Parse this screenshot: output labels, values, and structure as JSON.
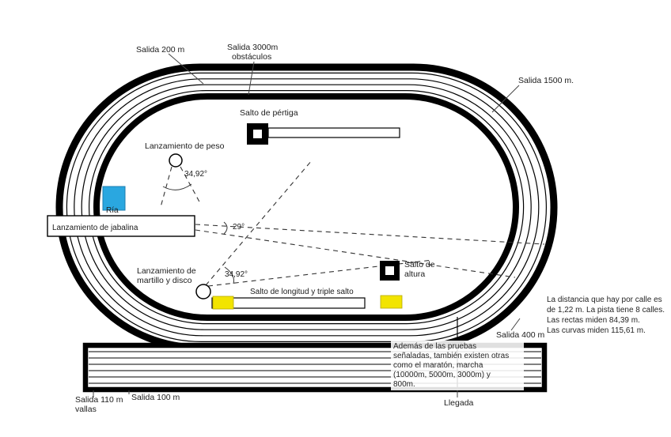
{
  "title": "Diagrama de pista de atletismo",
  "colors": {
    "track_line": "#000000",
    "water_pit_blue": "#2aa7e0",
    "takeoff_board_yellow": "#f2e400",
    "background": "#ffffff"
  },
  "labels": {
    "salida_200": "Salida 200 m",
    "salida_3000_l1": "Salida 3000m",
    "salida_3000_l2": "obstáculos",
    "salida_1500": "Salida 1500 m.",
    "pertiga": "Salto de pértiga",
    "peso": "Lanzamiento de peso",
    "peso_angle": "34,92°",
    "ria": "Ría",
    "jabalina": "Lanzamiento de jabalina",
    "jabalina_angle": "29°",
    "martillo_l1": "Lanzamiento de",
    "martillo_l2": "martillo y disco",
    "martillo_angle": "34,92°",
    "longitud": "Salto de longitud y triple salto",
    "altura_l1": "Salto de",
    "altura_l2": "altura",
    "salida_400": "Salida 400 m",
    "llegada": "Llegada",
    "salida_110_l1": "Salida 110 m",
    "salida_110_l2": "vallas",
    "salida_100": "Salida 100 m"
  },
  "notes": {
    "track_specs": {
      "lines": [
        "La distancia que hay por calle es",
        "de 1,22 m. La pista tiene 8 calles.",
        "Las rectas miden 84,39 m.",
        "Las curvas miden 115,61 m."
      ]
    },
    "other_events": {
      "lines": [
        "Además de las pruebas",
        "señaladas, también existen otras",
        "como el maratón, marcha",
        "(10000m, 5000m, 3000m) y",
        "800m."
      ]
    }
  }
}
